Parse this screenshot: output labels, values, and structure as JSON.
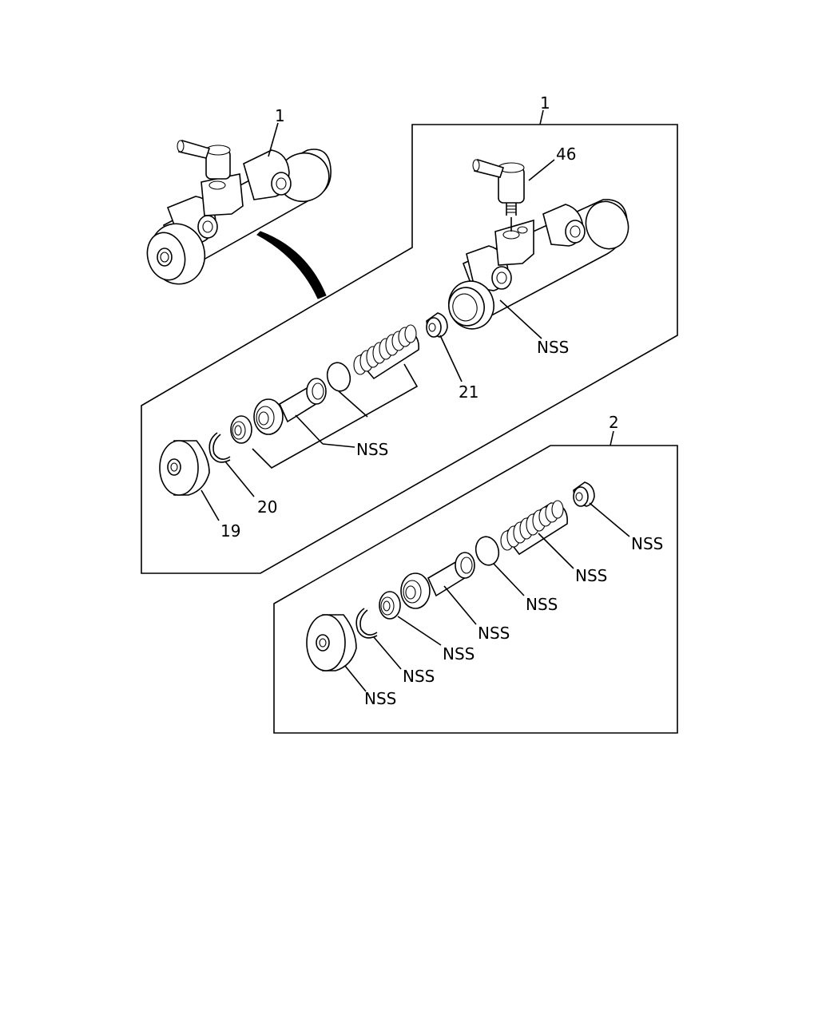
{
  "labels": {
    "assembled_unit_ref": "1",
    "exploded_group_ref": "1",
    "fitting_ref": "46",
    "valve_ref": "21",
    "cap_ref": "19",
    "snap_ring_ref": "20",
    "body_nss": "NSS",
    "piston_group_nss": "NSS",
    "kit_ref": "2",
    "kit_valve_nss": "NSS",
    "kit_spring_nss": "NSS",
    "kit_cup_nss": "NSS",
    "kit_piston_nss": "NSS",
    "kit_seal_nss": "NSS",
    "kit_ring_nss": "NSS",
    "kit_cap_nss": "NSS"
  },
  "colors": {
    "line": "#000000",
    "background": "#ffffff"
  }
}
